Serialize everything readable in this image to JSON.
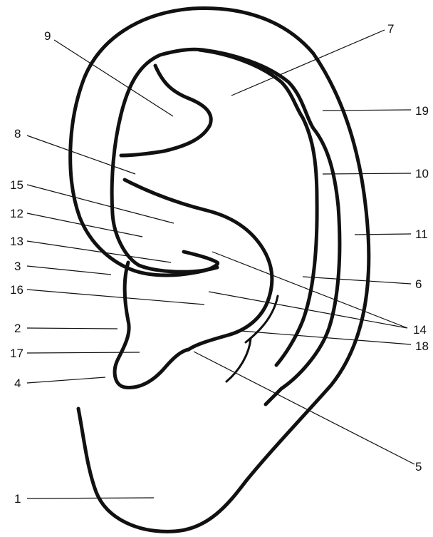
{
  "diagram": {
    "subject": "ear",
    "labels": {
      "l1": "1",
      "l2": "2",
      "l3": "3",
      "l4": "4",
      "l5": "5",
      "l6": "6",
      "l7": "7",
      "l8": "8",
      "l9": "9",
      "l10": "10",
      "l11": "11",
      "l12": "12",
      "l13": "13",
      "l14": "14",
      "l15": "15",
      "l16": "16",
      "l17": "17",
      "l18": "18",
      "l19": "19"
    },
    "line_color": "#111111",
    "background": "#ffffff"
  }
}
